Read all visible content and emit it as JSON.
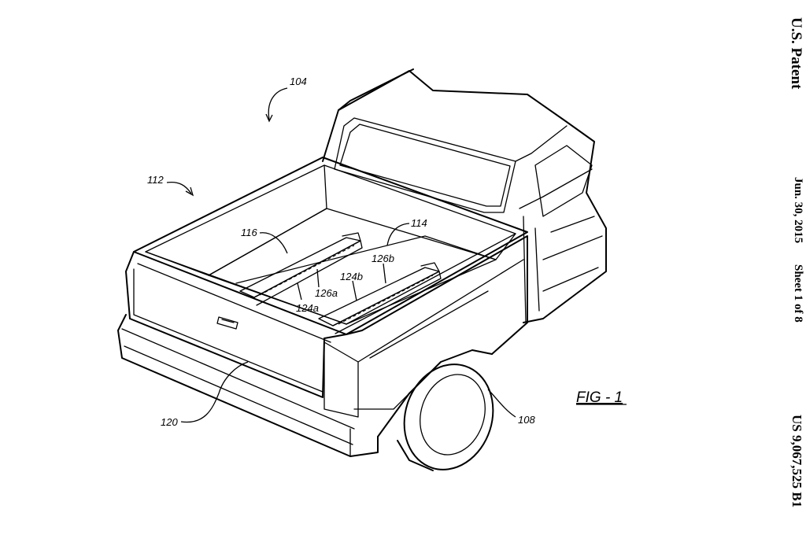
{
  "header": {
    "title": "U.S. Patent",
    "date": "Jun. 30, 2015",
    "sheet": "Sheet 1 of 8",
    "patent_number": "US 9,067,525 B1"
  },
  "figure": {
    "label": "FIG - 1"
  },
  "references": {
    "r104": "104",
    "r112": "112",
    "r114": "114",
    "r116": "116",
    "r126a": "126a",
    "r126b": "126b",
    "r124a": "124a",
    "r124b": "124b",
    "r120": "120",
    "r108": "108"
  }
}
